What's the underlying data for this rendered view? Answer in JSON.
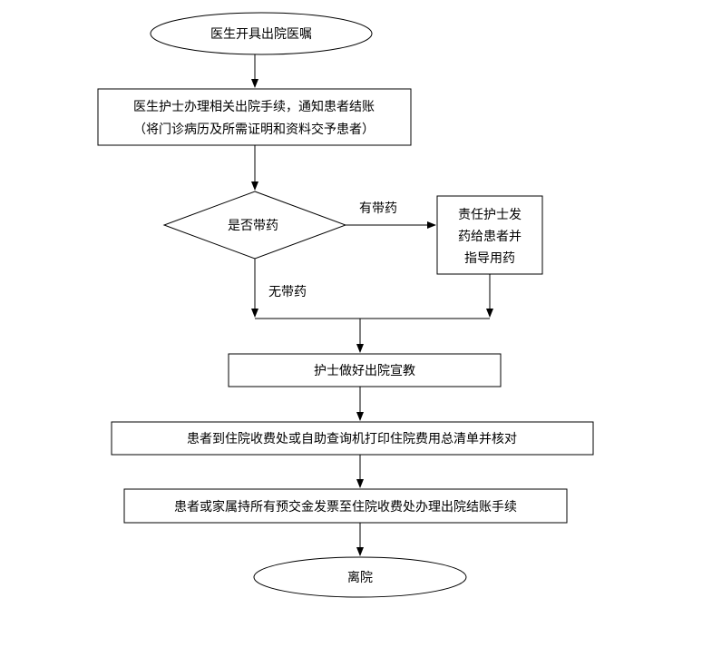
{
  "flowchart": {
    "start": "医生开具出院医嘱",
    "step1": {
      "line1": "医生护士办理相关出院手续，通知患者结账",
      "line2": "（将门诊病历及所需证明和资料交予患者）"
    },
    "decision": "是否带药",
    "branch_yes": "有带药",
    "branch_no": "无带药",
    "nurse_box": {
      "line1": "责任护士发",
      "line2": "药给患者并",
      "line3": "指导用药"
    },
    "step2": "护士做好出院宣教",
    "step3": "患者到住院收费处或自助查询机打印住院费用总清单并核对",
    "step4": "患者或家属持所有预交金发票至住院收费处办理出院结账手续",
    "end": "离院"
  }
}
